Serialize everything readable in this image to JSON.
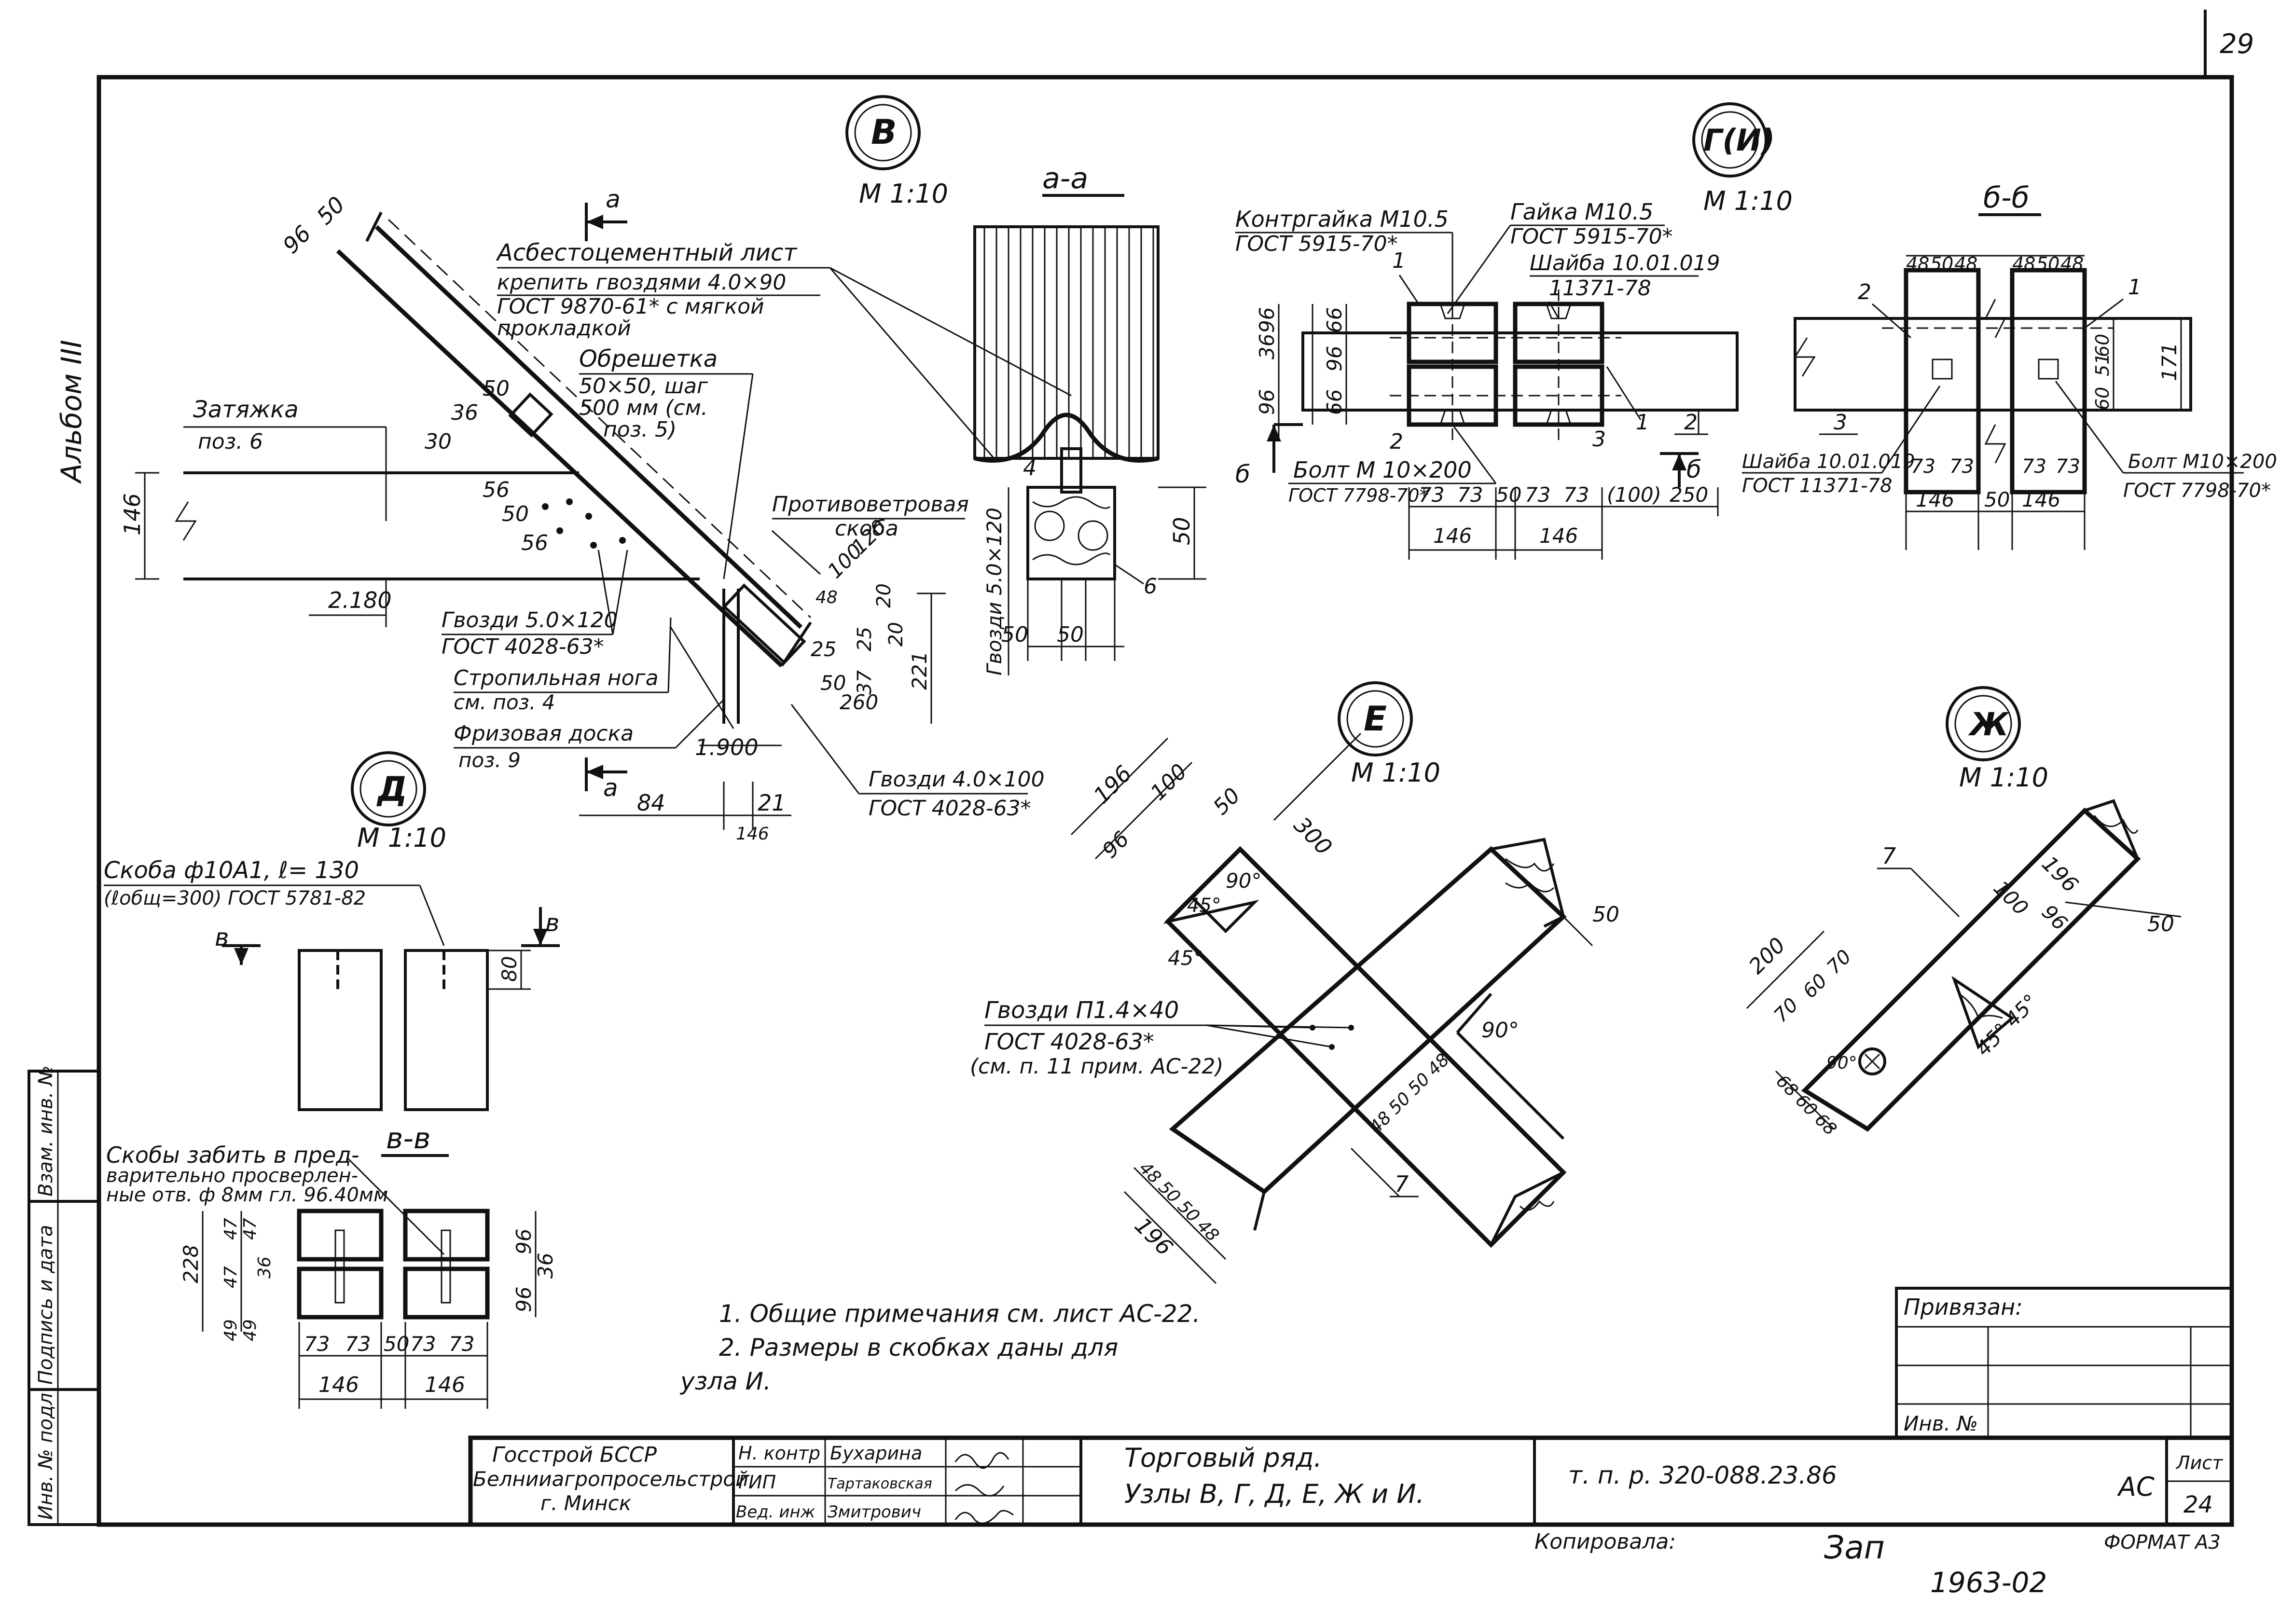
{
  "sheet": {
    "page_number": "29",
    "album": "Альбом III",
    "sheet_label": "Лист",
    "sheet_no": "24",
    "format": "ФОРМАТ А3",
    "copied": "Копировала:",
    "copied_sign": "Зап",
    "copied_year": "1963-02"
  },
  "side_stamp": [
    "Инв. № подл",
    "Подпись и дата",
    "Взам. инв. №"
  ],
  "node_V": {
    "marker": "В",
    "scale": "М 1:10",
    "section_label": "а-а",
    "section_mark": "а",
    "labels": {
      "asbestos": "Асбестоцементный лист",
      "asbestos_fix1": "крепить гвоздями 4.0×90",
      "asbestos_fix2": "ГОСТ 9870-61* с мягкой",
      "asbestos_fix3": "прокладкой",
      "lathing": "Обрешетка",
      "lathing_size": "50×50, шаг",
      "lathing_step": "500 мм (см.",
      "lathing_pos": "поз. 5)",
      "tie": "Затяжка",
      "tie_pos": "поз. 6",
      "wind": "Противоветровая",
      "wind2": "скоба",
      "nails1": "Гвозди 5.0×120",
      "nails1_gost": "ГОСТ 4028-63*",
      "rafter": "Стропильная нога",
      "rafter_ref": "см. поз. 4",
      "frieze": "Фризовая доска",
      "frieze_pos": "поз. 9",
      "nails2": "Гвозди 4.0×100",
      "nails2_gost": "ГОСТ 4028-63*",
      "nails_vert": "Гвозди 5.0×120"
    },
    "dims": [
      "96",
      "50",
      "30",
      "36",
      "50",
      "56",
      "50",
      "56",
      "146",
      "2.180",
      "1.900",
      "120",
      "100",
      "48",
      "20",
      "25",
      "37",
      "221",
      "20",
      "25",
      "50",
      "260",
      "84",
      "21",
      "146",
      "50",
      "50",
      "50"
    ],
    "callouts": [
      "4",
      "6"
    ]
  },
  "node_G": {
    "marker": "Г(И)",
    "scale": "М 1:10",
    "section_label": "б-б",
    "section_mark": "б",
    "labels": {
      "locknut": "Контргайка М10.5",
      "locknut_gost": "ГОСТ 5915-70*",
      "nut": "Гайка М10.5",
      "nut_gost": "ГОСТ 5915-70*",
      "washer": "Шайба 10.01.019",
      "washer_gost": "11371-78",
      "bolt": "Болт М 10×200",
      "bolt_gost": "ГОСТ 7798-70*",
      "washer2": "Шайба 10.01.019",
      "washer2_gost": "ГОСТ 11371-78",
      "bolt2": "Болт М10×200",
      "bolt2_gost": "ГОСТ 7798-70*"
    },
    "dims_left": [
      "36",
      "96",
      "96",
      "66",
      "96",
      "66"
    ],
    "dims_bottom": [
      "73",
      "73",
      "50",
      "73",
      "73",
      "(100)",
      "250",
      "146",
      "146"
    ],
    "section_dims_top": [
      "48",
      "50",
      "48",
      "48",
      "50",
      "48"
    ],
    "section_dims_right": [
      "60",
      "51",
      "60",
      "171"
    ],
    "section_dims_bottom": [
      "73",
      "73",
      "73",
      "73",
      "146",
      "50",
      "146"
    ],
    "callouts": [
      "1",
      "2",
      "3",
      "1",
      "2",
      "1",
      "2",
      "3"
    ]
  },
  "node_D": {
    "marker": "Д",
    "scale": "М 1:10",
    "section_label": "в-в",
    "section_mark": "в",
    "labels": {
      "bracket": "Скоба ф10А1, ℓ= 130",
      "bracket2": "(ℓобщ=300) ГОСТ 5781-82",
      "drive1": "Скобы забить в пред-",
      "drive2": "варительно просверлен-",
      "drive3": "ные отв. ф 8мм гл. 96.40мм"
    },
    "dims": [
      "80",
      "228",
      "47",
      "47",
      "49",
      "36",
      "47",
      "49",
      "96",
      "36",
      "96",
      "73",
      "73",
      "50",
      "73",
      "73",
      "146",
      "146"
    ]
  },
  "node_E": {
    "marker": "Е",
    "scale": "М 1:10",
    "labels": {
      "nails": "Гвозди П1.4×40",
      "nails_gost": "ГОСТ 4028-63*",
      "nails_ref": "(см. п. 11 прим. АС-22)"
    },
    "dims": [
      "196",
      "100",
      "96",
      "50",
      "300",
      "90°",
      "45°",
      "45°",
      "50",
      "90°",
      "48",
      "50",
      "50",
      "48",
      "48",
      "50",
      "50",
      "48",
      "196"
    ],
    "callouts": [
      "7"
    ]
  },
  "node_Zh": {
    "marker": "Ж",
    "scale": "М 1:10",
    "dims": [
      "196",
      "100",
      "96",
      "50",
      "200",
      "70",
      "60",
      "70",
      "45°",
      "45°",
      "90°",
      "68",
      "60",
      "68"
    ],
    "callouts": [
      "7"
    ]
  },
  "notes": [
    "1. Общие примечания см. лист АС-22.",
    "2. Размеры в скобках даны для",
    "узла И."
  ],
  "tied": {
    "title": "Привязан:",
    "inv": "Инв. №"
  },
  "title_block": {
    "org1": "Госстрой БССР",
    "org2": "Белнииагропросельстрой",
    "org3": "г. Минск",
    "roles": [
      "Н. контр",
      "ГИП",
      "Вед. инж"
    ],
    "names": [
      "Бухарина",
      "Тартаковская",
      "Змитрович"
    ],
    "title1": "Торговый ряд.",
    "title2": "Узлы В, Г, Д, Е, Ж и И.",
    "project": "т. п. р. 320-088.23.86",
    "stage": "АС"
  }
}
